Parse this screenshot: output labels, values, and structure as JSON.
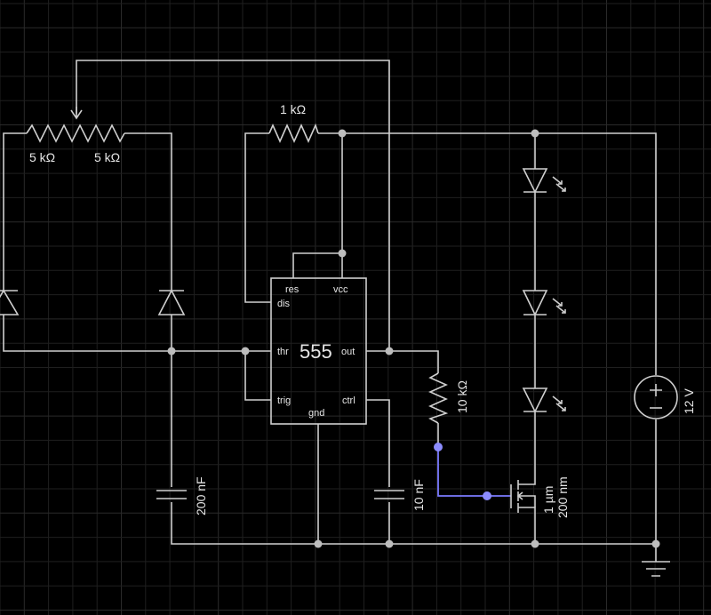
{
  "ic": {
    "name": "555",
    "pins": {
      "res": "res",
      "vcc": "vcc",
      "dis": "dis",
      "thr": "thr",
      "out": "out",
      "trig": "trig",
      "ctrl": "ctrl",
      "gnd": "gnd"
    }
  },
  "labels": {
    "r_top": "1 kΩ",
    "pot_left": "5 kΩ",
    "pot_right": "5 kΩ",
    "r_out": "10 kΩ",
    "c_timing": "200 nF",
    "c_ctrl": "10 nF",
    "mosfet_w": "1 µm",
    "mosfet_l": "200 nm",
    "source_v": "12 V"
  },
  "colors": {
    "background": "#000000",
    "wire": "#cfcfcf",
    "selected_wire": "#7b7bff"
  }
}
